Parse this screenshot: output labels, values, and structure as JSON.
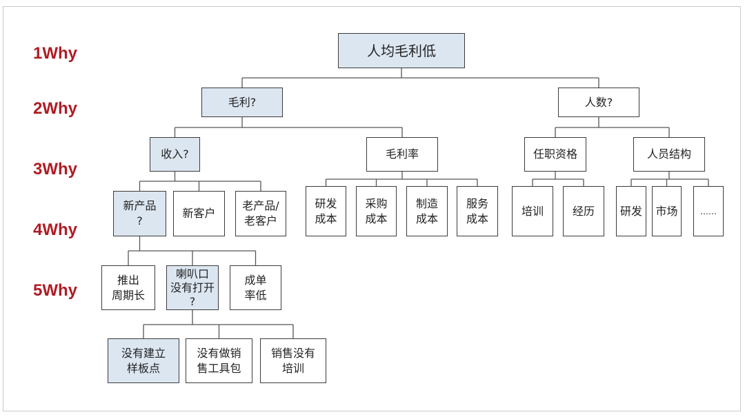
{
  "diagram": {
    "type": "5-why tree",
    "colors": {
      "why_label": "#b01c24",
      "highlight_fill": "#dce6f1",
      "node_border": "#3a3a3a",
      "connector": "#555555"
    },
    "levels": [
      "1Why",
      "2Why",
      "3Why",
      "4Why",
      "5Why"
    ],
    "nodes": {
      "root": {
        "label": "人均毛利低",
        "highlight": true
      },
      "gross_profit": {
        "label": "毛利?",
        "highlight": true
      },
      "headcount": {
        "label": "人数?",
        "highlight": false
      },
      "revenue": {
        "label": "收入?",
        "highlight": true
      },
      "margin_rate": {
        "label": "毛利率",
        "highlight": false
      },
      "qualification": {
        "label": "任职资格",
        "highlight": false
      },
      "staff_structure": {
        "label": "人员结构",
        "highlight": false
      },
      "new_product": {
        "label": "新产品\n?",
        "highlight": true
      },
      "new_customer": {
        "label": "新客户",
        "highlight": false
      },
      "old_product_customer": {
        "label": "老产品/\n老客户",
        "highlight": false
      },
      "rd_cost": {
        "label": "研发\n成本",
        "highlight": false
      },
      "purchase_cost": {
        "label": "采购\n成本",
        "highlight": false
      },
      "manufacturing_cost": {
        "label": "制造\n成本",
        "highlight": false
      },
      "service_cost": {
        "label": "服务\n成本",
        "highlight": false
      },
      "training": {
        "label": "培训",
        "highlight": false
      },
      "experience": {
        "label": "经历",
        "highlight": false
      },
      "rd_staff": {
        "label": "研发",
        "highlight": false
      },
      "marketing_staff": {
        "label": "市场",
        "highlight": false
      },
      "more_staff": {
        "label": "……",
        "highlight": false
      },
      "long_launch_cycle": {
        "label": "推出\n周期长",
        "highlight": false
      },
      "funnel_not_open": {
        "label": "喇叭口\n没有打开\n?",
        "highlight": true
      },
      "low_close_rate": {
        "label": "成单\n率低",
        "highlight": false
      },
      "no_showcase": {
        "label": "没有建立\n样板点",
        "highlight": true
      },
      "no_sales_toolkit": {
        "label": "没有做销\n售工具包",
        "highlight": false
      },
      "no_sales_training": {
        "label": "销售没有\n培训",
        "highlight": false
      }
    },
    "edges": [
      [
        "root",
        "gross_profit"
      ],
      [
        "root",
        "headcount"
      ],
      [
        "gross_profit",
        "revenue"
      ],
      [
        "gross_profit",
        "margin_rate"
      ],
      [
        "headcount",
        "qualification"
      ],
      [
        "headcount",
        "staff_structure"
      ],
      [
        "revenue",
        "new_product"
      ],
      [
        "revenue",
        "new_customer"
      ],
      [
        "revenue",
        "old_product_customer"
      ],
      [
        "margin_rate",
        "rd_cost"
      ],
      [
        "margin_rate",
        "purchase_cost"
      ],
      [
        "margin_rate",
        "manufacturing_cost"
      ],
      [
        "margin_rate",
        "service_cost"
      ],
      [
        "qualification",
        "training"
      ],
      [
        "qualification",
        "experience"
      ],
      [
        "staff_structure",
        "rd_staff"
      ],
      [
        "staff_structure",
        "marketing_staff"
      ],
      [
        "staff_structure",
        "more_staff"
      ],
      [
        "new_product",
        "long_launch_cycle"
      ],
      [
        "new_product",
        "funnel_not_open"
      ],
      [
        "new_product",
        "low_close_rate"
      ],
      [
        "funnel_not_open",
        "no_showcase"
      ],
      [
        "funnel_not_open",
        "no_sales_toolkit"
      ],
      [
        "funnel_not_open",
        "no_sales_training"
      ]
    ]
  }
}
